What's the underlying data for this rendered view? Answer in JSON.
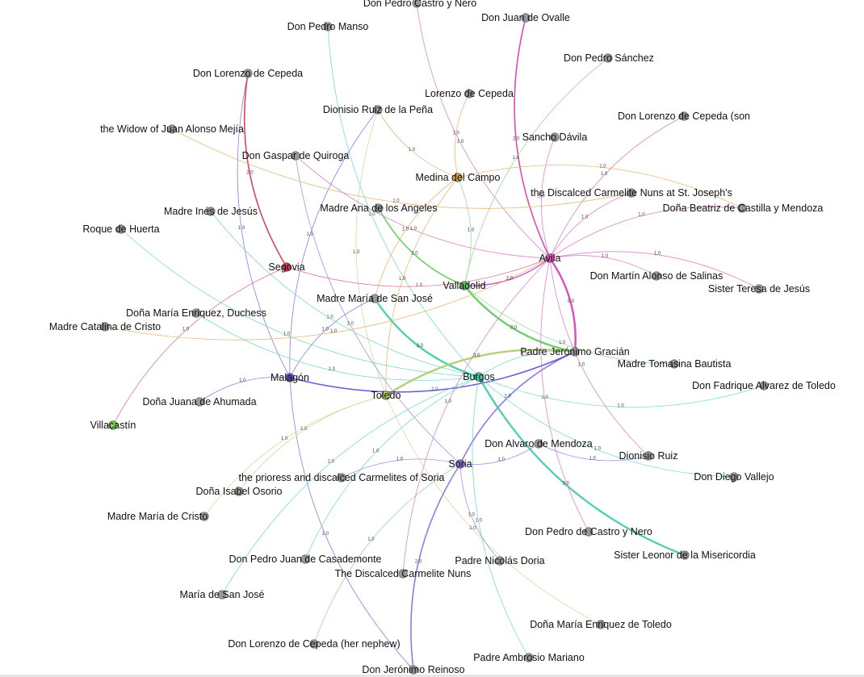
{
  "colors": {
    "default_node": "#9a9a9a",
    "default_node_stroke": "#6e6e6e"
  },
  "graph": {
    "nodes": [
      {
        "id": "n_castro_top",
        "label": "Don Pedro Castro y Nero",
        "color": "#9a9a9a"
      },
      {
        "id": "n_juan_ovalle",
        "label": "Don Juan de Ovalle",
        "color": "#9a9a9a"
      },
      {
        "id": "n_pedro_manso",
        "label": "Don Pedro Manso",
        "color": "#9a9a9a"
      },
      {
        "id": "n_pedro_sanchez",
        "label": "Don Pedro Sánchez",
        "color": "#9a9a9a"
      },
      {
        "id": "n_lorenzo_cepeda_don",
        "label": "Don Lorenzo de Cepeda",
        "color": "#9a9a9a"
      },
      {
        "id": "n_lorenzo_cepeda",
        "label": "Lorenzo de Cepeda",
        "color": "#9a9a9a"
      },
      {
        "id": "n_dionisio_pena",
        "label": "Dionisio Ruiz de la Peña",
        "color": "#9a9a9a"
      },
      {
        "id": "n_lorenzo_son",
        "label": "Don Lorenzo de Cepeda (son",
        "color": "#9a9a9a"
      },
      {
        "id": "n_widow",
        "label": "the Widow of Juan Alonso Mejía",
        "color": "#9a9a9a"
      },
      {
        "id": "n_sancho",
        "label": "Sancho Dávila",
        "color": "#9a9a9a"
      },
      {
        "id": "n_gaspar",
        "label": "Don Gaspar de Quiroga",
        "color": "#9a9a9a"
      },
      {
        "id": "n_medina",
        "label": "Medina del Campo",
        "color": "#f2a83a"
      },
      {
        "id": "n_discalced_joseph",
        "label": "the Discalced Carmelite Nuns at St. Joseph's",
        "color": "#9a9a9a"
      },
      {
        "id": "n_beatriz",
        "label": "Doña Beatriz de Castilla y Mendoza",
        "color": "#9a9a9a"
      },
      {
        "id": "n_ines",
        "label": "Madre Inés de Jesús",
        "color": "#9a9a9a"
      },
      {
        "id": "n_ana_angeles",
        "label": "Madre Ana de los Angeles",
        "color": "#9a9a9a"
      },
      {
        "id": "n_roque",
        "label": "Roque de Huerta",
        "color": "#9a9a9a"
      },
      {
        "id": "n_avila",
        "label": "Avila",
        "color": "#e24bc0"
      },
      {
        "id": "n_segovia",
        "label": "Segovia",
        "color": "#d6314f"
      },
      {
        "id": "n_martin",
        "label": "Don Martín Alonso de Salinas",
        "color": "#9a9a9a"
      },
      {
        "id": "n_valladolid",
        "label": "Valladolid",
        "color": "#5cc85a"
      },
      {
        "id": "n_teresa",
        "label": "Sister Teresa de Jesús",
        "color": "#9a9a9a"
      },
      {
        "id": "n_maria_sanjose",
        "label": "Madre María de San José",
        "color": "#9a9a9a"
      },
      {
        "id": "n_enriquez_duchess",
        "label": "Doña María Enriquez, Duchess",
        "color": "#9a9a9a"
      },
      {
        "id": "n_catalina",
        "label": "Madre Catalina de Cristo",
        "color": "#9a9a9a"
      },
      {
        "id": "n_gracian",
        "label": "Padre Jerónimo Gracián",
        "color": "#9a9a9a"
      },
      {
        "id": "n_tomasina",
        "label": "Madre Tomasina Bautista",
        "color": "#9a9a9a"
      },
      {
        "id": "n_malagon",
        "label": "Malagón",
        "color": "#5a4fd6"
      },
      {
        "id": "n_burgos",
        "label": "Burgos",
        "color": "#3fd3b4"
      },
      {
        "id": "n_fadrique",
        "label": "Don Fadrique Alvarez de Toledo",
        "color": "#9a9a9a"
      },
      {
        "id": "n_toledo",
        "label": "Toledo",
        "color": "#b9d46a"
      },
      {
        "id": "n_juana",
        "label": "Doña Juana de Ahumada",
        "color": "#9a9a9a"
      },
      {
        "id": "n_villacastin",
        "label": "Villacastín",
        "color": "#7ed957"
      },
      {
        "id": "n_alvaro",
        "label": "Don Alvaro de Mendoza",
        "color": "#9a9a9a"
      },
      {
        "id": "n_dionisio_ruiz",
        "label": "Dionisio Ruiz",
        "color": "#9a9a9a"
      },
      {
        "id": "n_soria",
        "label": "Soria",
        "color": "#8a6ae0"
      },
      {
        "id": "n_prioress_soria",
        "label": "the prioress and discalced Carmelites of Soria",
        "color": "#9a9a9a"
      },
      {
        "id": "n_diego",
        "label": "Don Diego Vallejo",
        "color": "#9a9a9a"
      },
      {
        "id": "n_isabel",
        "label": "Doña Isabel Osorio",
        "color": "#9a9a9a"
      },
      {
        "id": "n_maria_cristo",
        "label": "Madre María de Cristo",
        "color": "#9a9a9a"
      },
      {
        "id": "n_castro_mid",
        "label": "Don Pedro de Castro y Nero",
        "color": "#9a9a9a"
      },
      {
        "id": "n_leonor",
        "label": "Sister Leonor de la Misericordia",
        "color": "#9a9a9a"
      },
      {
        "id": "n_casademonte",
        "label": "Don Pedro Juan de Casademonte",
        "color": "#9a9a9a"
      },
      {
        "id": "n_doria",
        "label": "Padre Nicolás Doria",
        "color": "#9a9a9a"
      },
      {
        "id": "n_discalced_nuns",
        "label": "The Discalced Carmelite Nuns",
        "color": "#9a9a9a"
      },
      {
        "id": "n_maria_sj2",
        "label": "María de San José",
        "color": "#9a9a9a"
      },
      {
        "id": "n_enriquez_toledo",
        "label": "Doña María Enriquez de Toledo",
        "color": "#9a9a9a"
      },
      {
        "id": "n_lorenzo_nephew",
        "label": "Don Lorenzo de Cepeda (her nephew)",
        "color": "#9a9a9a"
      },
      {
        "id": "n_ambrosio",
        "label": "Padre Ambrosio Mariano",
        "color": "#9a9a9a"
      },
      {
        "id": "n_reinoso",
        "label": "Don Jerónimo Reinoso",
        "color": "#9a9a9a"
      }
    ],
    "edges": [
      {
        "source": "n_juan_ovalle",
        "target": "n_avila",
        "weight": "2.0",
        "color": "#d63ab0"
      },
      {
        "source": "n_castro_top",
        "target": "n_avila",
        "weight": "1.0",
        "color": "#d678c8"
      },
      {
        "source": "n_pedro_manso",
        "target": "n_burgos",
        "weight": "1.0",
        "color": "#6fd8bb"
      },
      {
        "source": "n_pedro_sanchez",
        "target": "n_valladolid",
        "weight": "1.0",
        "color": "#8fd88a"
      },
      {
        "source": "n_lorenzo_cepeda_don",
        "target": "n_segovia",
        "weight": "2.0",
        "color": "#d6314f"
      },
      {
        "source": "n_lorenzo_cepeda_don",
        "target": "n_malagon",
        "weight": "1.0",
        "color": "#7d6fe0"
      },
      {
        "source": "n_lorenzo_cepeda",
        "target": "n_medina",
        "weight": "1.0",
        "color": "#e2b36a"
      },
      {
        "source": "n_dionisio_pena",
        "target": "n_medina",
        "weight": "1.0",
        "color": "#e2b36a"
      },
      {
        "source": "n_dionisio_pena",
        "target": "n_malagon",
        "weight": "1.0",
        "color": "#7d6fe0"
      },
      {
        "source": "n_dionisio_pena",
        "target": "n_toledo",
        "weight": "1.0",
        "color": "#c7dc92"
      },
      {
        "source": "n_lorenzo_son",
        "target": "n_avila",
        "weight": "1.0",
        "color": "#d678c8"
      },
      {
        "source": "n_widow",
        "target": "n_discalced_joseph",
        "weight": "1.0",
        "color": "#e2b36a"
      },
      {
        "source": "n_sancho",
        "target": "n_avila",
        "weight": "1.0",
        "color": "#d678c8"
      },
      {
        "source": "n_gaspar",
        "target": "n_avila",
        "weight": "1.0",
        "color": "#d678c8"
      },
      {
        "source": "n_gaspar",
        "target": "n_soria",
        "weight": "1.0",
        "color": "#9d86e6"
      },
      {
        "source": "n_medina",
        "target": "n_toledo",
        "weight": "1.0",
        "color": "#e2b36a"
      },
      {
        "source": "n_medina",
        "target": "n_maria_sanjose",
        "weight": "1.0",
        "color": "#e2b36a"
      },
      {
        "source": "n_discalced_joseph",
        "target": "n_avila",
        "weight": "1.0",
        "color": "#d678c8"
      },
      {
        "source": "n_beatriz",
        "target": "n_avila",
        "weight": "1.0",
        "color": "#d678c8"
      },
      {
        "source": "n_beatriz",
        "target": "n_medina",
        "weight": "1.0",
        "color": "#e2b36a"
      },
      {
        "source": "n_ines",
        "target": "n_burgos",
        "weight": "1.0",
        "color": "#6fd8bb"
      },
      {
        "source": "n_ana_angeles",
        "target": "n_valladolid",
        "weight": "2.0",
        "color": "#5cc85a"
      },
      {
        "source": "n_roque",
        "target": "n_burgos",
        "weight": "1.0",
        "color": "#6fd8bb"
      },
      {
        "source": "n_segovia",
        "target": "n_avila",
        "weight": "1.0",
        "color": "#d6688a"
      },
      {
        "source": "n_segovia",
        "target": "n_villacastin",
        "weight": "1.0",
        "color": "#d6688a"
      },
      {
        "source": "n_martin",
        "target": "n_avila",
        "weight": "1.0",
        "color": "#d678c8"
      },
      {
        "source": "n_teresa",
        "target": "n_avila",
        "weight": "1.0",
        "color": "#d678c8"
      },
      {
        "source": "n_valladolid",
        "target": "n_avila",
        "weight": "2.0",
        "color": "#c45ad2"
      },
      {
        "source": "n_valladolid",
        "target": "n_gracian",
        "weight": "3.0",
        "color": "#5cc85a"
      },
      {
        "source": "n_valladolid",
        "target": "n_tomasina",
        "weight": "1.0",
        "color": "#8fd88a"
      },
      {
        "source": "n_maria_sanjose",
        "target": "n_burgos",
        "weight": "3.0",
        "color": "#3fc9a8"
      },
      {
        "source": "n_maria_sanjose",
        "target": "n_malagon",
        "weight": "1.0",
        "color": "#7d6fe0"
      },
      {
        "source": "n_enriquez_duchess",
        "target": "n_burgos",
        "weight": "1.0",
        "color": "#6fd8bb"
      },
      {
        "source": "n_catalina",
        "target": "n_avila",
        "weight": "1.0",
        "color": "#e2b36a"
      },
      {
        "source": "n_gracian",
        "target": "n_avila",
        "weight": "5.0",
        "color": "#d63ab0"
      },
      {
        "source": "n_gracian",
        "target": "n_toledo",
        "weight": "3.0",
        "color": "#a9cc6e"
      },
      {
        "source": "n_gracian",
        "target": "n_soria",
        "weight": "2.0",
        "color": "#8a6ae0"
      },
      {
        "source": "n_gracian",
        "target": "n_burgos",
        "weight": "1.0",
        "color": "#6fd8bb"
      },
      {
        "source": "n_malagon",
        "target": "n_gracian",
        "weight": "2.0",
        "color": "#5a4fd6"
      },
      {
        "source": "n_malagon",
        "target": "n_juana",
        "weight": "1.0",
        "color": "#7d6fe0"
      },
      {
        "source": "n_malagon",
        "target": "n_reinoso",
        "weight": "1.0",
        "color": "#7d6fe0"
      },
      {
        "source": "n_burgos",
        "target": "n_leonor",
        "weight": "3.0",
        "color": "#3fc9a8"
      },
      {
        "source": "n_burgos",
        "target": "n_fadrique",
        "weight": "1.0",
        "color": "#6fd8bb"
      },
      {
        "source": "n_burgos",
        "target": "n_diego",
        "weight": "1.0",
        "color": "#6fd8bb"
      },
      {
        "source": "n_burgos",
        "target": "n_ambrosio",
        "weight": "1.0",
        "color": "#6fd8bb"
      },
      {
        "source": "n_burgos",
        "target": "n_casademonte",
        "weight": "1.0",
        "color": "#6fd8bb"
      },
      {
        "source": "n_burgos",
        "target": "n_maria_sj2",
        "weight": "1.0",
        "color": "#6fd8bb"
      },
      {
        "source": "n_toledo",
        "target": "n_maria_cristo",
        "weight": "1.0",
        "color": "#c7dc92"
      },
      {
        "source": "n_toledo",
        "target": "n_isabel",
        "weight": "1.0",
        "color": "#c7dc92"
      },
      {
        "source": "n_toledo",
        "target": "n_enriquez_toledo",
        "weight": "1.0",
        "color": "#c7dc92"
      },
      {
        "source": "n_soria",
        "target": "n_alvaro",
        "weight": "1.0",
        "color": "#9d86e6"
      },
      {
        "source": "n_soria",
        "target": "n_prioress_soria",
        "weight": "1.0",
        "color": "#9d86e6"
      },
      {
        "source": "n_soria",
        "target": "n_reinoso",
        "weight": "2.0",
        "color": "#8a6ae0"
      },
      {
        "source": "n_soria",
        "target": "n_doria",
        "weight": "1.0",
        "color": "#9d86e6"
      },
      {
        "source": "n_soria",
        "target": "n_lorenzo_nephew",
        "weight": "1.0",
        "color": "#8fd88a"
      },
      {
        "source": "n_avila",
        "target": "n_dionisio_ruiz",
        "weight": "1.0",
        "color": "#d678c8"
      },
      {
        "source": "n_avila",
        "target": "n_castro_mid",
        "weight": "1.0",
        "color": "#d678c8"
      },
      {
        "source": "n_avila",
        "target": "n_discalced_nuns",
        "weight": "1.0",
        "color": "#d678c8"
      },
      {
        "source": "n_alvaro",
        "target": "n_dionisio_ruiz",
        "weight": "1.0",
        "color": "#9d86e6"
      },
      {
        "source": "n_valladolid",
        "target": "n_medina",
        "weight": "1.0",
        "color": "#8fd88a"
      }
    ]
  }
}
